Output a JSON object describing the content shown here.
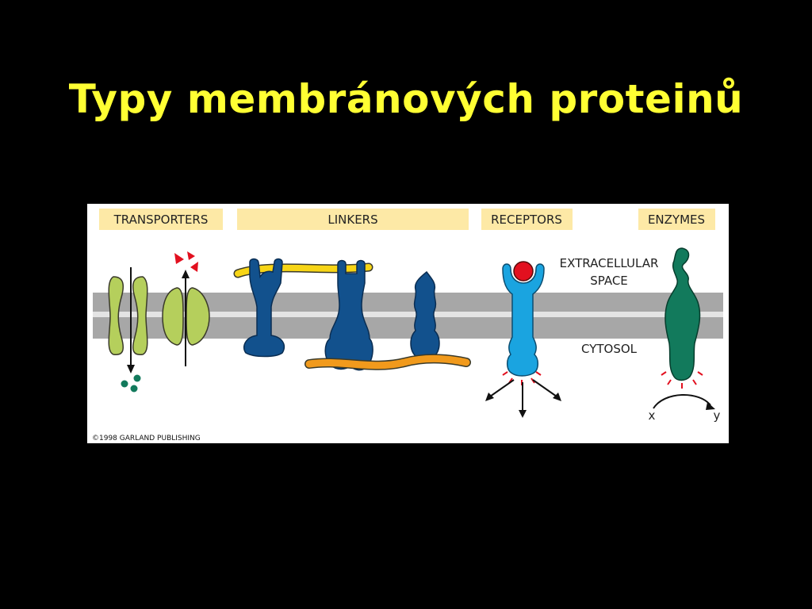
{
  "slide": {
    "title": "Typy membránových proteinů"
  },
  "figure": {
    "categories": {
      "transporters": "TRANSPORTERS",
      "linkers": "LINKERS",
      "receptors": "RECEPTORS",
      "enzymes": "ENZYMES"
    },
    "labels": {
      "extracellular_line1": "EXTRACELLULAR",
      "extracellular_line2": "SPACE",
      "cytosol": "CYTOSOL",
      "substrate": "x",
      "product": "y"
    },
    "copyright": "©1998 GARLAND PUBLISHING",
    "colors": {
      "title": "#ffff33",
      "header_band": "#fde9a6",
      "membrane_outer": "#a7a7a7",
      "membrane_inner": "#e4e4e4",
      "transporter": "#b5cf5c",
      "linker_protein": "#12518d",
      "linker_fiber_top": "#f7d516",
      "linker_fiber_bottom": "#f19a1c",
      "receptor": "#1aa4e0",
      "ligand": "#e2101f",
      "enzyme": "#127a5c"
    }
  }
}
